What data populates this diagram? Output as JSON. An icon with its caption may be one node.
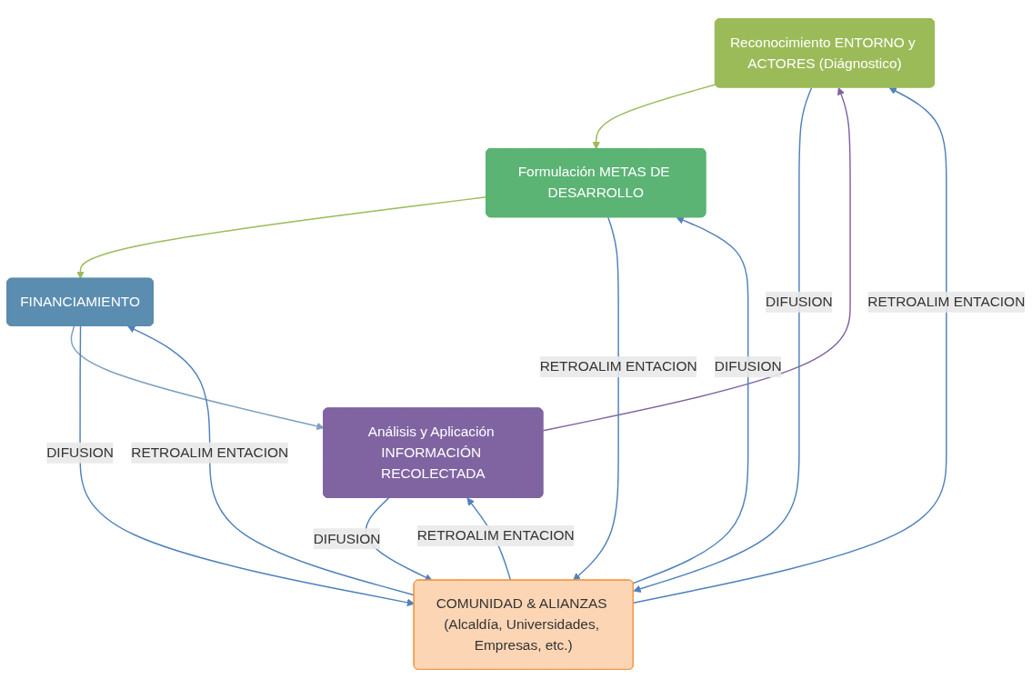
{
  "diagram": {
    "nodes": [
      {
        "text": [
          "Reconocimiento ENTORNO y ACTORES (Diágnostico)"
        ]
      },
      {
        "text": [
          "Análisis y Aplicación INFORMACIÓN RECOLECTADA"
        ]
      },
      {
        "text": [
          "COMUNIDAD & ALIANZAS (Alcaldía, Universidades, Empresas, etc.)"
        ]
      },
      {
        "text": [
          "Formulación METAS DE DESARROLLO"
        ]
      },
      {
        "text": [
          "FINANCIAMIENTO"
        ]
      }
    ],
    "edges": [
      {
        "from": 0,
        "to": 3,
        "arrow": "to",
        "color": "#9bbb59"
      },
      {
        "from": 3,
        "to": 4,
        "arrow": "to",
        "color": "#9bbb59"
      },
      {
        "from": 4,
        "to": 1,
        "arrow": "to",
        "color": "#7f9fbf"
      },
      {
        "from": 1,
        "to": 0,
        "arrow": "to",
        "color": "#8064a2"
      },
      {
        "from": 2,
        "to": 0,
        "arrow": "to",
        "label": "RETROALIM ENTACION"
      },
      {
        "from": 0,
        "to": 2,
        "arrow": "to",
        "label": "DIFUSION"
      },
      {
        "from": 2,
        "to": 1,
        "arrow": "to",
        "label": "RETROALIM ENTACION"
      },
      {
        "from": 1,
        "to": 2,
        "arrow": "to",
        "label": "DIFUSION"
      },
      {
        "from": 2,
        "to": 3,
        "arrow": "to",
        "label": "DIFUSION"
      },
      {
        "from": 3,
        "to": 2,
        "arrow": "to",
        "label": "RETROALIM ENTACION"
      },
      {
        "from": 2,
        "to": 4,
        "arrow": "to",
        "label": "RETROALIM ENTACION"
      },
      {
        "from": 4,
        "to": 2,
        "arrow": "to",
        "label": "DIFUSION"
      }
    ]
  }
}
